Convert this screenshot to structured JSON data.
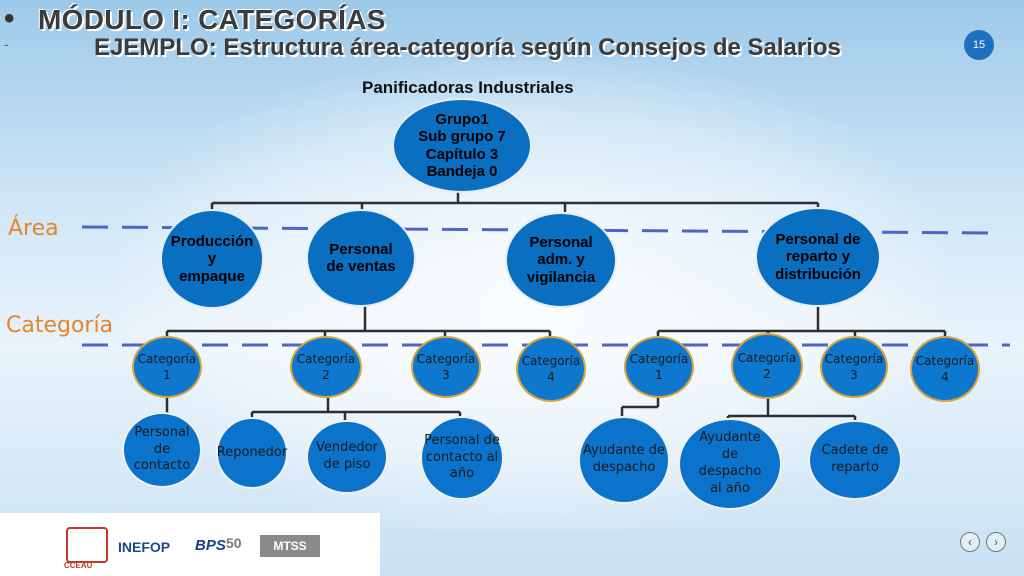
{
  "header": {
    "bullet": "•",
    "title_line1": "MÓDULO I: CATEGORÍAS",
    "title_line2": "EJEMPLO: Estructura área-categoría según Consejos de Salarios",
    "slide_number": "15",
    "subtitle": "Panificadoras Industriales"
  },
  "labels": {
    "area": "Área",
    "categoria": "Categoría"
  },
  "nodes": {
    "root": "Grupo1\nSub grupo 7\nCapítulo 3\nBandeja 0",
    "area_produccion": "Producción\ny\nempaque",
    "area_ventas": "Personal\nde ventas",
    "area_adm": "Personal\nadm. y\nvigilancia",
    "area_reparto": "Personal de\nreparto y\ndistribución",
    "cat_p1": "Categoría\n1",
    "cat_v2": "Categoría\n2",
    "cat_a3": "Categoría\n3",
    "cat_a4": "Categoría\n4",
    "cat_r1": "Categoría\n1",
    "cat_r2": "Categoría\n2",
    "cat_r3": "Categoría\n3",
    "cat_r4": "Categoría\n4",
    "leaf_contacto": "Personal\nde\ncontacto",
    "leaf_reponedor": "Reponedor",
    "leaf_vendedor": "Vendedor\nde piso",
    "leaf_contacto_ano": "Personal de\ncontacto al\naño",
    "leaf_ayudante": "Ayudante de\ndespacho",
    "leaf_ayudante_ano": "Ayudante\nde\ndespacho\nal año",
    "leaf_cadete": "Cadete de\nreparto"
  },
  "footer": {
    "logo_cceau": "CCEAU",
    "logo_inefop": "INEFOP",
    "logo_bps": "BPS",
    "logo_bps_num": "50",
    "logo_mtss": "MTSS",
    "prev_icon": "‹",
    "next_icon": "›"
  },
  "colors": {
    "node_fill": "#0a6fc1",
    "dashed_line": "#4f63c9",
    "label_orange": "#e4862b"
  }
}
